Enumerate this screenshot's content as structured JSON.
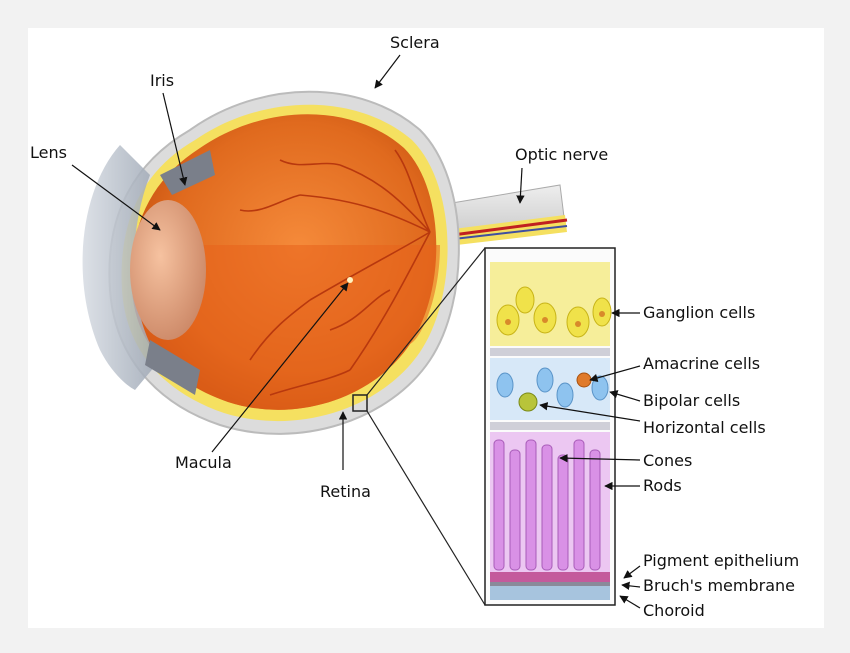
{
  "labels": {
    "sclera": "Sclera",
    "iris": "Iris",
    "lens": "Lens",
    "optic_nerve": "Optic nerve",
    "macula": "Macula",
    "retina": "Retina",
    "ganglion_cells": "Ganglion cells",
    "amacrine_cells": "Amacrine cells",
    "bipolar_cells": "Bipolar cells",
    "horizontal_cells": "Horizontal cells",
    "cones": "Cones",
    "rods": "Rods",
    "pigment_epithelium": "Pigment epithelium",
    "bruchs_membrane": "Bruch's membrane",
    "choroid": "Choroid"
  },
  "colors": {
    "background": "#f2f2f2",
    "sclera": "#e4e4e4",
    "retina_layer": "#f5e060",
    "eye_interior": "#e06a1e",
    "vessel": "#b8380e",
    "ganglion": "#f0e24a",
    "bipolar": "#8ec3ef",
    "photoreceptor": "#d991e6",
    "pigment": "#c45a9c",
    "choroid": "#a7c4de"
  }
}
